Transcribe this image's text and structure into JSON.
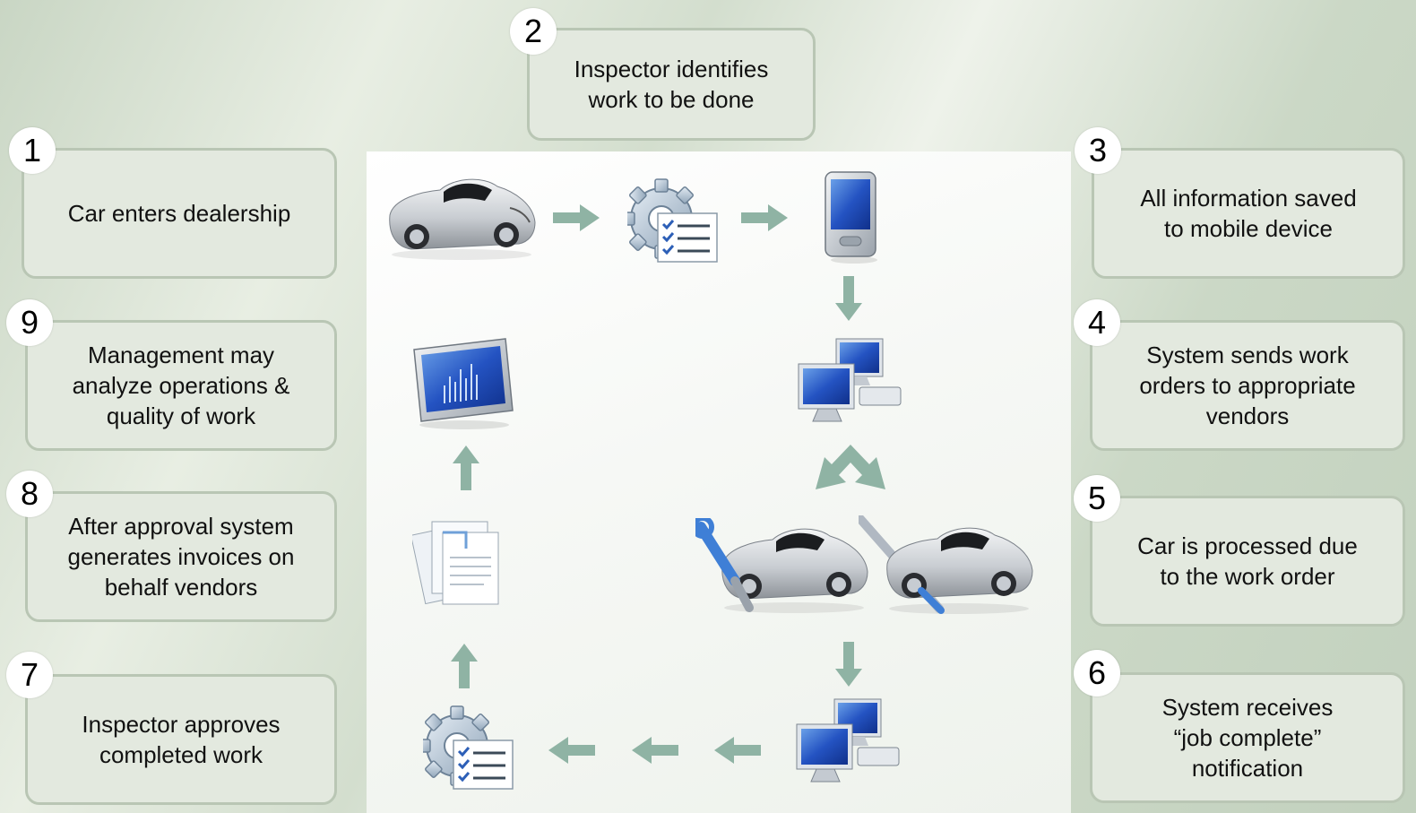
{
  "steps": [
    {
      "number": "1",
      "text": "Car enters dealership"
    },
    {
      "number": "2",
      "text": "Inspector identifies\nwork to be done"
    },
    {
      "number": "3",
      "text": "All information saved\nto mobile device"
    },
    {
      "number": "4",
      "text": "System sends work\norders to appropriate\nvendors"
    },
    {
      "number": "5",
      "text": "Car is processed due\nto the work order"
    },
    {
      "number": "6",
      "text": "System receives\n“job complete”\nnotification"
    },
    {
      "number": "7",
      "text": "Inspector approves\ncompleted work"
    },
    {
      "number": "8",
      "text": "After approval system\ngenerates invoices on\nbehalf vendors"
    },
    {
      "number": "9",
      "text": "Management may\nanalyze operations &\nquality of work"
    }
  ],
  "icons": [
    "car-icon",
    "inspection-checklist-icon",
    "mobile-device-icon",
    "networked-computers-icon",
    "car-repair-icon",
    "car-paint-icon",
    "networked-computers-icon",
    "approval-checklist-icon",
    "invoice-documents-icon",
    "analytics-monitor-icon"
  ],
  "colors": {
    "callout_fill": "#e3e9df",
    "callout_border": "#b9c6b4",
    "arrow": "#8fb3a4",
    "background": "#d3dece",
    "panel": "#f6f8f5"
  }
}
